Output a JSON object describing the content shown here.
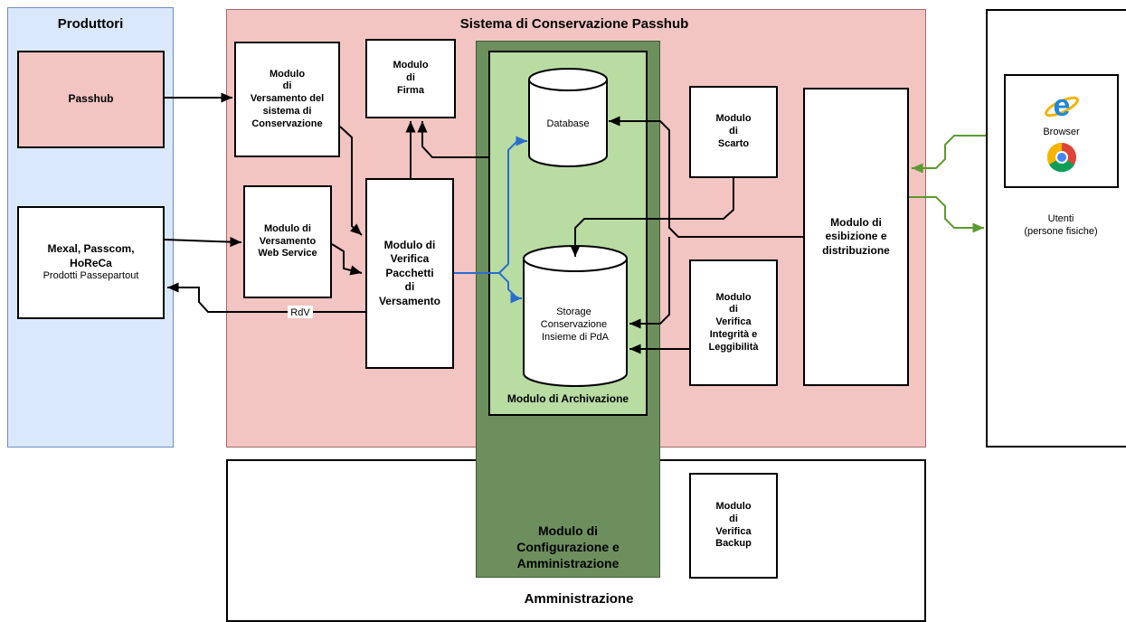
{
  "colors": {
    "producers_bg": "#dae8fc",
    "producers_border": "#6c8ebf",
    "system_bg": "#f2c4c2",
    "system_border": "#a36a68",
    "archive_bg": "#6d8f5e",
    "archive_inner_bg": "#b9dca3",
    "passhub_bg": "#f2c4c2",
    "user_link": "#5b9a2e",
    "archive_link": "#2a6dcf",
    "line": "#000000"
  },
  "producers": {
    "title": "Produttori",
    "passhub": "Passhub",
    "mexal_title": "Mexal, Passcom,\nHoReCa",
    "mexal_subtitle": "Prodotti Passepartout"
  },
  "system": {
    "title": "Sistema di Conservazione Passhub",
    "modulo_versamento": "Modulo\ndi\nVersamento del\nsistema di\nConservazione",
    "modulo_firma": "Modulo\ndi\nFirma",
    "modulo_web_service": "Modulo di\nVersamento\nWeb Service",
    "modulo_verifica_pacchetti": "Modulo di\nVerifica\nPacchetti\ndi\nVersamento",
    "rdv_label": "RdV",
    "database": "Database",
    "storage": "Storage\nConservazione\nInsieme di PdA",
    "archiviazione": "Modulo di Archivazione",
    "modulo_scarto": "Modulo\ndi\nScarto",
    "modulo_integrita": "Modulo\ndi\nVerifica\nIntegrità e\nLeggibilità",
    "modulo_esibizione": "Modulo di\nesibizione e\ndistribuzione"
  },
  "users": {
    "browser_label": "Browser",
    "utenti_label": "Utenti\n(persone fisiche)",
    "icons": [
      "internet-explorer-icon",
      "chrome-icon"
    ]
  },
  "admin": {
    "title": "Amministrazione",
    "modulo_configurazione": "Modulo di\nConfigurazione e\nAmministrazione",
    "modulo_backup": "Modulo\ndi\nVerifica\nBackup"
  }
}
